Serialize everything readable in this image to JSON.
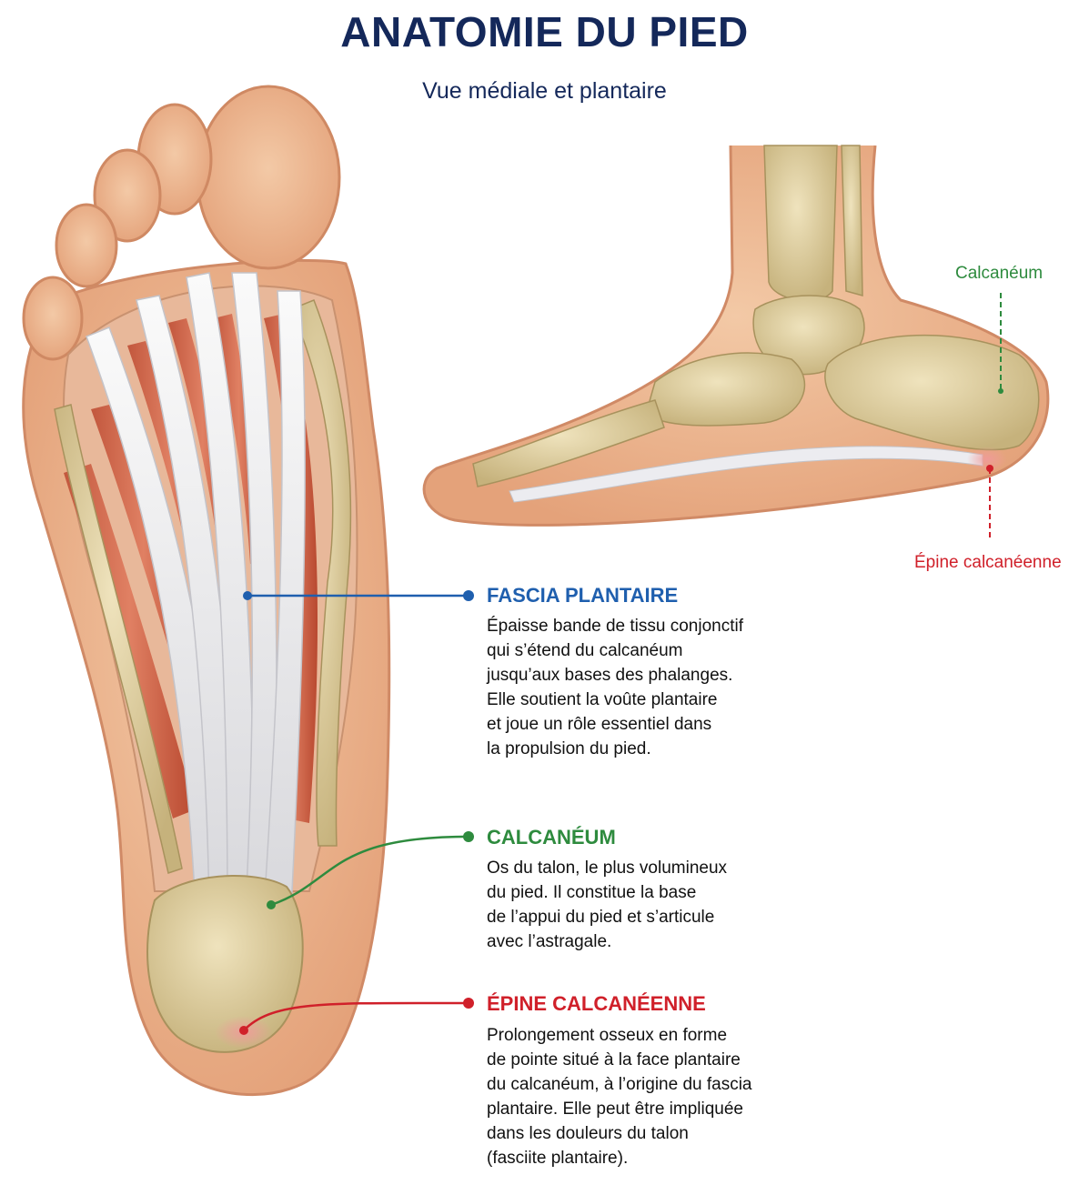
{
  "header": {
    "title": "ANATOMIE DU PIED",
    "subtitle": "Vue médiale et plantaire"
  },
  "colors": {
    "blue": "#1f5fae",
    "green": "#2e8b3e",
    "red": "#d0202a",
    "title": "#14285a"
  },
  "side_view": {
    "calcaneum_label": "Calcanéum",
    "spur_label": "Épine calcanéenne"
  },
  "annotations": [
    {
      "heading": "FASCIA PLANTAIRE",
      "text": "Épaisse bande de tissu conjonctif\nqui s’étend du calcanéum\njusqu’aux bases des phalanges.\nElle soutient la voûte plantaire\net joue un rôle essentiel dans\nla propulsion du pied."
    },
    {
      "heading": "CALCANÉUM",
      "text": "Os du talon, le plus volumineux\ndu pied. Il constitue la base\nde l’appui du pied et s’articule\navec l’astragale."
    },
    {
      "heading": "ÉPINE CALCANÉENNE",
      "text": "Prolongement osseux en forme\nde pointe situé à la face plantaire\ndu calcanéum, à l’origine du fascia\nplantaire. Elle peut être impliquée\ndans les douleurs du talon\n(fasciite plantaire)."
    }
  ]
}
